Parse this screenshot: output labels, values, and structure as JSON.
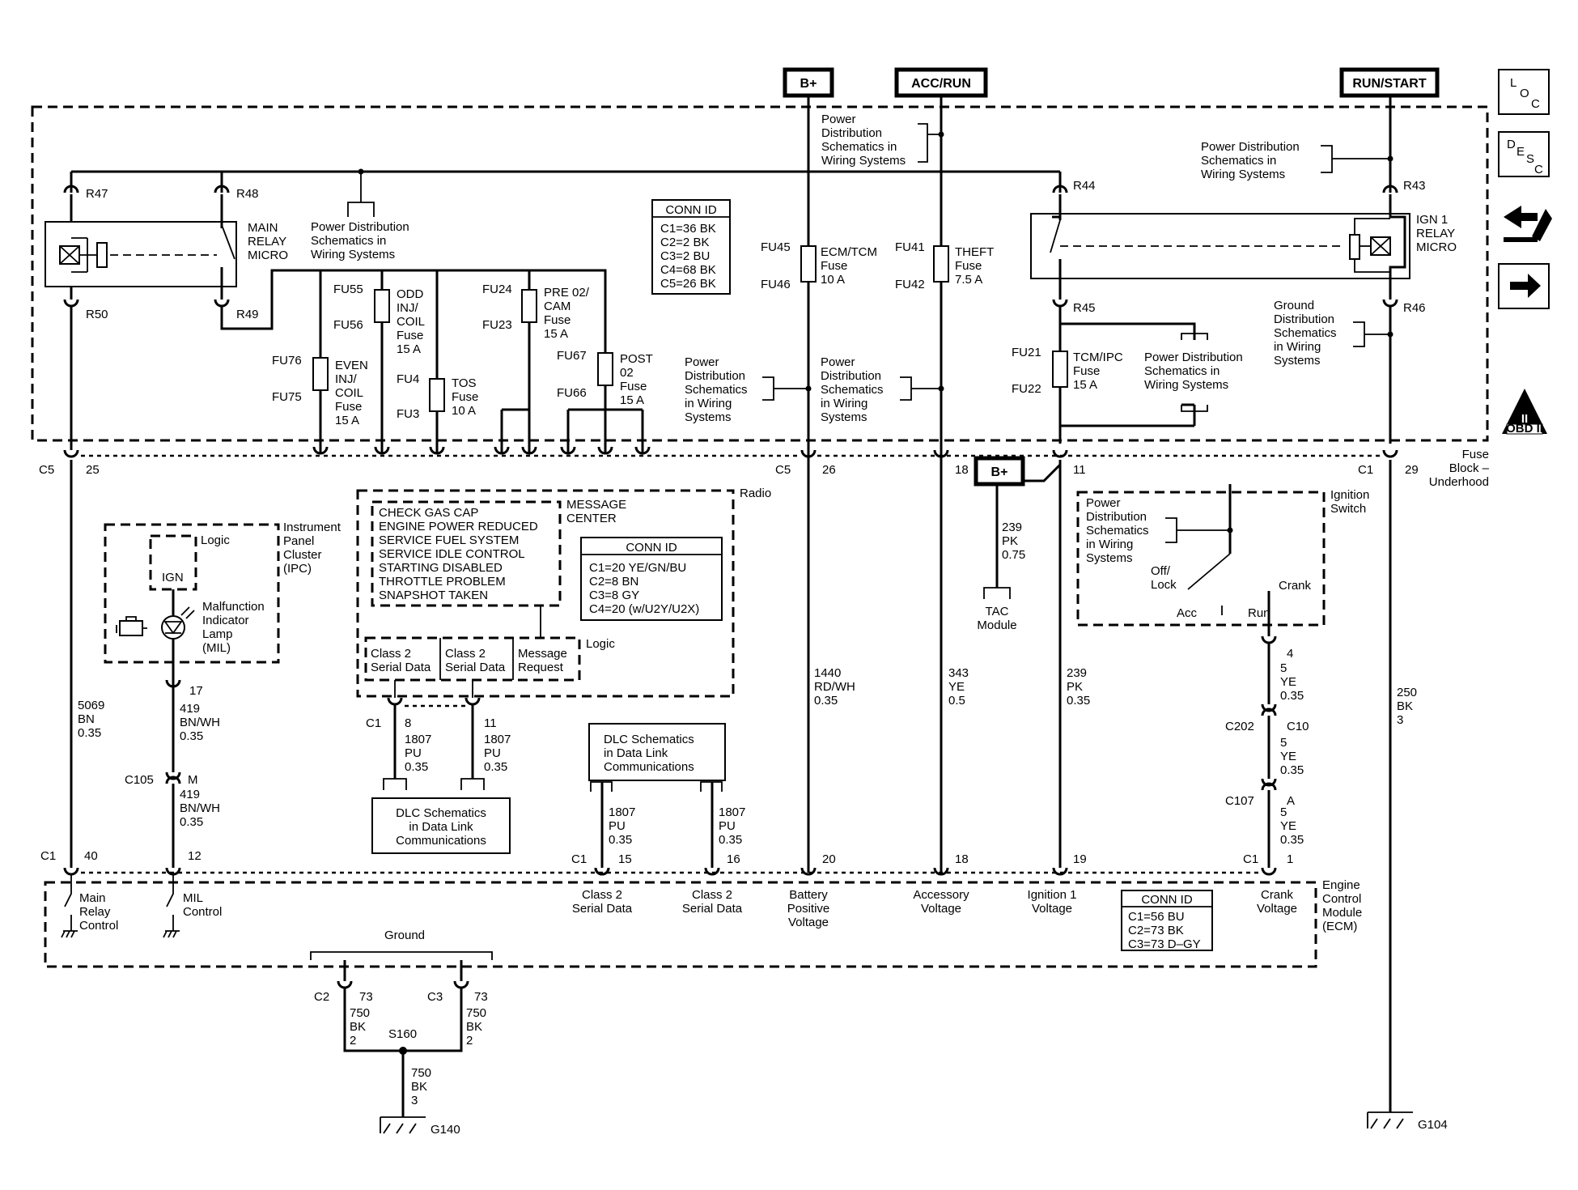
{
  "power": {
    "bplus": "B+",
    "accrun": "ACC/RUN",
    "runstart": "RUN/START"
  },
  "icons": {
    "loc": [
      "L",
      "O",
      "C"
    ],
    "desc": [
      "D",
      "E",
      "S",
      "C"
    ],
    "obd": "OBD II",
    "obd_mark": "II"
  },
  "pd": [
    "Power",
    "Distribution",
    "Schematics in",
    "Wiring Systems"
  ],
  "pd_short": [
    "Power Distribution",
    "Schematics in",
    "Wiring Systems"
  ],
  "pd_wide": [
    "Power",
    "Distribution",
    "Schematics",
    "in Wiring",
    "Systems"
  ],
  "gd": [
    "Ground",
    "Distribution",
    "Schematics",
    "in Wiring",
    "Systems"
  ],
  "dlc": [
    "DLC Schematics",
    "in Data Link",
    "Communications"
  ],
  "relays": {
    "main": [
      "MAIN",
      "RELAY",
      "MICRO"
    ],
    "ign": [
      "IGN 1",
      "RELAY",
      "MICRO"
    ]
  },
  "terminals": [
    "R47",
    "R48",
    "R50",
    "R49",
    "R44",
    "R43",
    "R45",
    "R46"
  ],
  "fuses": {
    "fu55": "FU55",
    "fu56": "FU56",
    "odd": [
      "ODD",
      "INJ/",
      "COIL",
      "Fuse",
      "15 A"
    ],
    "fu76": "FU76",
    "fu75": "FU75",
    "even": [
      "EVEN",
      "INJ/",
      "COIL",
      "Fuse",
      "15 A"
    ],
    "fu4": "FU4",
    "fu3": "FU3",
    "tos": [
      "TOS",
      "Fuse",
      "10 A"
    ],
    "fu24": "FU24",
    "fu23": "FU23",
    "pre": [
      "PRE 02/",
      "CAM",
      "Fuse",
      "15 A"
    ],
    "fu67": "FU67",
    "fu66": "FU66",
    "post": [
      "POST",
      "02",
      "Fuse",
      "15 A"
    ],
    "fu45": "FU45",
    "fu46": "FU46",
    "ecm": [
      "ECM/TCM",
      "Fuse",
      "10 A"
    ],
    "fu41": "FU41",
    "fu42": "FU42",
    "theft": [
      "THEFT",
      "Fuse",
      "7.5 A"
    ],
    "fu21": "FU21",
    "fu22": "FU22",
    "tcm": [
      "TCM/IPC",
      "Fuse",
      "15 A"
    ]
  },
  "conn_fuse": {
    "title": "CONN ID",
    "rows": [
      "C1=36 BK",
      "C2=2 BK",
      "C3=2 BU",
      "C4=68 BK",
      "C5=26 BK"
    ]
  },
  "conn_radio": {
    "title": "CONN ID",
    "rows": [
      "C1=20 YE/GN/BU",
      "C2=8 BN",
      "C3=8 GY",
      "C4=20 (w/U2Y/U2X)"
    ]
  },
  "conn_ecm": {
    "title": "CONN ID",
    "rows": [
      "C1=56 BU",
      "C2=73 BK",
      "C3=73 D–GY"
    ]
  },
  "fuse_block": [
    "Fuse",
    "Block –",
    "Underhood"
  ],
  "pins_fb": {
    "c5a": "C5",
    "p25": "25",
    "c5b": "C5",
    "p26": "26",
    "p18": "18",
    "p11": "11",
    "c1": "C1",
    "p29": "29"
  },
  "ipc": {
    "title": [
      "Instrument",
      "Panel",
      "Cluster",
      "(IPC)"
    ],
    "logic": "Logic",
    "ign": "IGN",
    "mil": [
      "Malfunction",
      "Indicator",
      "Lamp",
      "(MIL)"
    ]
  },
  "radio": {
    "title": "Radio",
    "msg_title": [
      "MESSAGE",
      "CENTER"
    ],
    "messages": [
      "CHECK GAS CAP",
      "ENGINE POWER REDUCED",
      "SERVICE FUEL SYSTEM",
      "SERVICE IDLE CONTROL",
      "STARTING DISABLED",
      "THROTTLE PROBLEM",
      "SNAPSHOT TAKEN"
    ],
    "logic": "Logic",
    "cells": [
      [
        "Class 2",
        "Serial Data"
      ],
      [
        "Class 2",
        "Serial Data"
      ],
      [
        "Message",
        "Request"
      ]
    ]
  },
  "wires": {
    "w5069": [
      "5069",
      "BN",
      "0.35"
    ],
    "w419a": [
      "419",
      "BN/WH",
      "0.35"
    ],
    "w419b": [
      "419",
      "BN/WH",
      "0.35"
    ],
    "w1807a": [
      "1807",
      "PU",
      "0.35"
    ],
    "w1807b": [
      "1807",
      "PU",
      "0.35"
    ],
    "w1807c": [
      "1807",
      "PU",
      "0.35"
    ],
    "w1807d": [
      "1807",
      "PU",
      "0.35"
    ],
    "w1440": [
      "1440",
      "RD/WH",
      "0.35"
    ],
    "w343": [
      "343",
      "YE",
      "0.5"
    ],
    "w239a": [
      "239",
      "PK",
      "0.75"
    ],
    "w239b": [
      "239",
      "PK",
      "0.35"
    ],
    "w5a": [
      "5",
      "YE",
      "0.35"
    ],
    "w5b": [
      "5",
      "YE",
      "0.35"
    ],
    "w5c": [
      "5",
      "YE",
      "0.35"
    ],
    "w250": [
      "250",
      "BK",
      "3"
    ],
    "w750a": [
      "750",
      "BK",
      "2"
    ],
    "w750b": [
      "750",
      "BK",
      "2"
    ],
    "w750c": [
      "750",
      "BK",
      "3"
    ]
  },
  "pins": {
    "p17": "17",
    "c105": "C105",
    "pm": "M",
    "c1r": "C1",
    "p8": "8",
    "p11r": "11",
    "p4": "4",
    "c202": "C202",
    "c10": "C10",
    "c107": "C107",
    "pa": "A",
    "c1e1": "C1",
    "p40": "40",
    "p12": "12",
    "c1e2": "C1",
    "p15": "15",
    "p16": "16",
    "p20": "20",
    "p18e": "18",
    "p19": "19",
    "c1e3": "C1",
    "p1": "1",
    "c2": "C2",
    "p73a": "73",
    "c3": "C3",
    "p73b": "73",
    "s160": "S160",
    "g140": "G140",
    "g104": "G104"
  },
  "tac": [
    "TAC",
    "Module"
  ],
  "ign_switch": {
    "title": [
      "Ignition",
      "Switch"
    ],
    "off": [
      "Off/",
      "Lock"
    ],
    "acc": "Acc",
    "run": "Run",
    "crank": "Crank",
    "bplus": "B+"
  },
  "ecm": {
    "title": [
      "Engine",
      "Control",
      "Module",
      "(ECM)"
    ],
    "labels": [
      [
        "Main",
        "Relay",
        "Control"
      ],
      [
        "MIL",
        "Control"
      ],
      [
        "Class 2",
        "Serial Data"
      ],
      [
        "Class 2",
        "Serial Data"
      ],
      [
        "Battery",
        "Positive",
        "Voltage"
      ],
      [
        "Accessory",
        "Voltage"
      ],
      [
        "Ignition 1",
        "Voltage"
      ],
      [
        "Crank",
        "Voltage"
      ]
    ]
  },
  "ground_label": "Ground"
}
